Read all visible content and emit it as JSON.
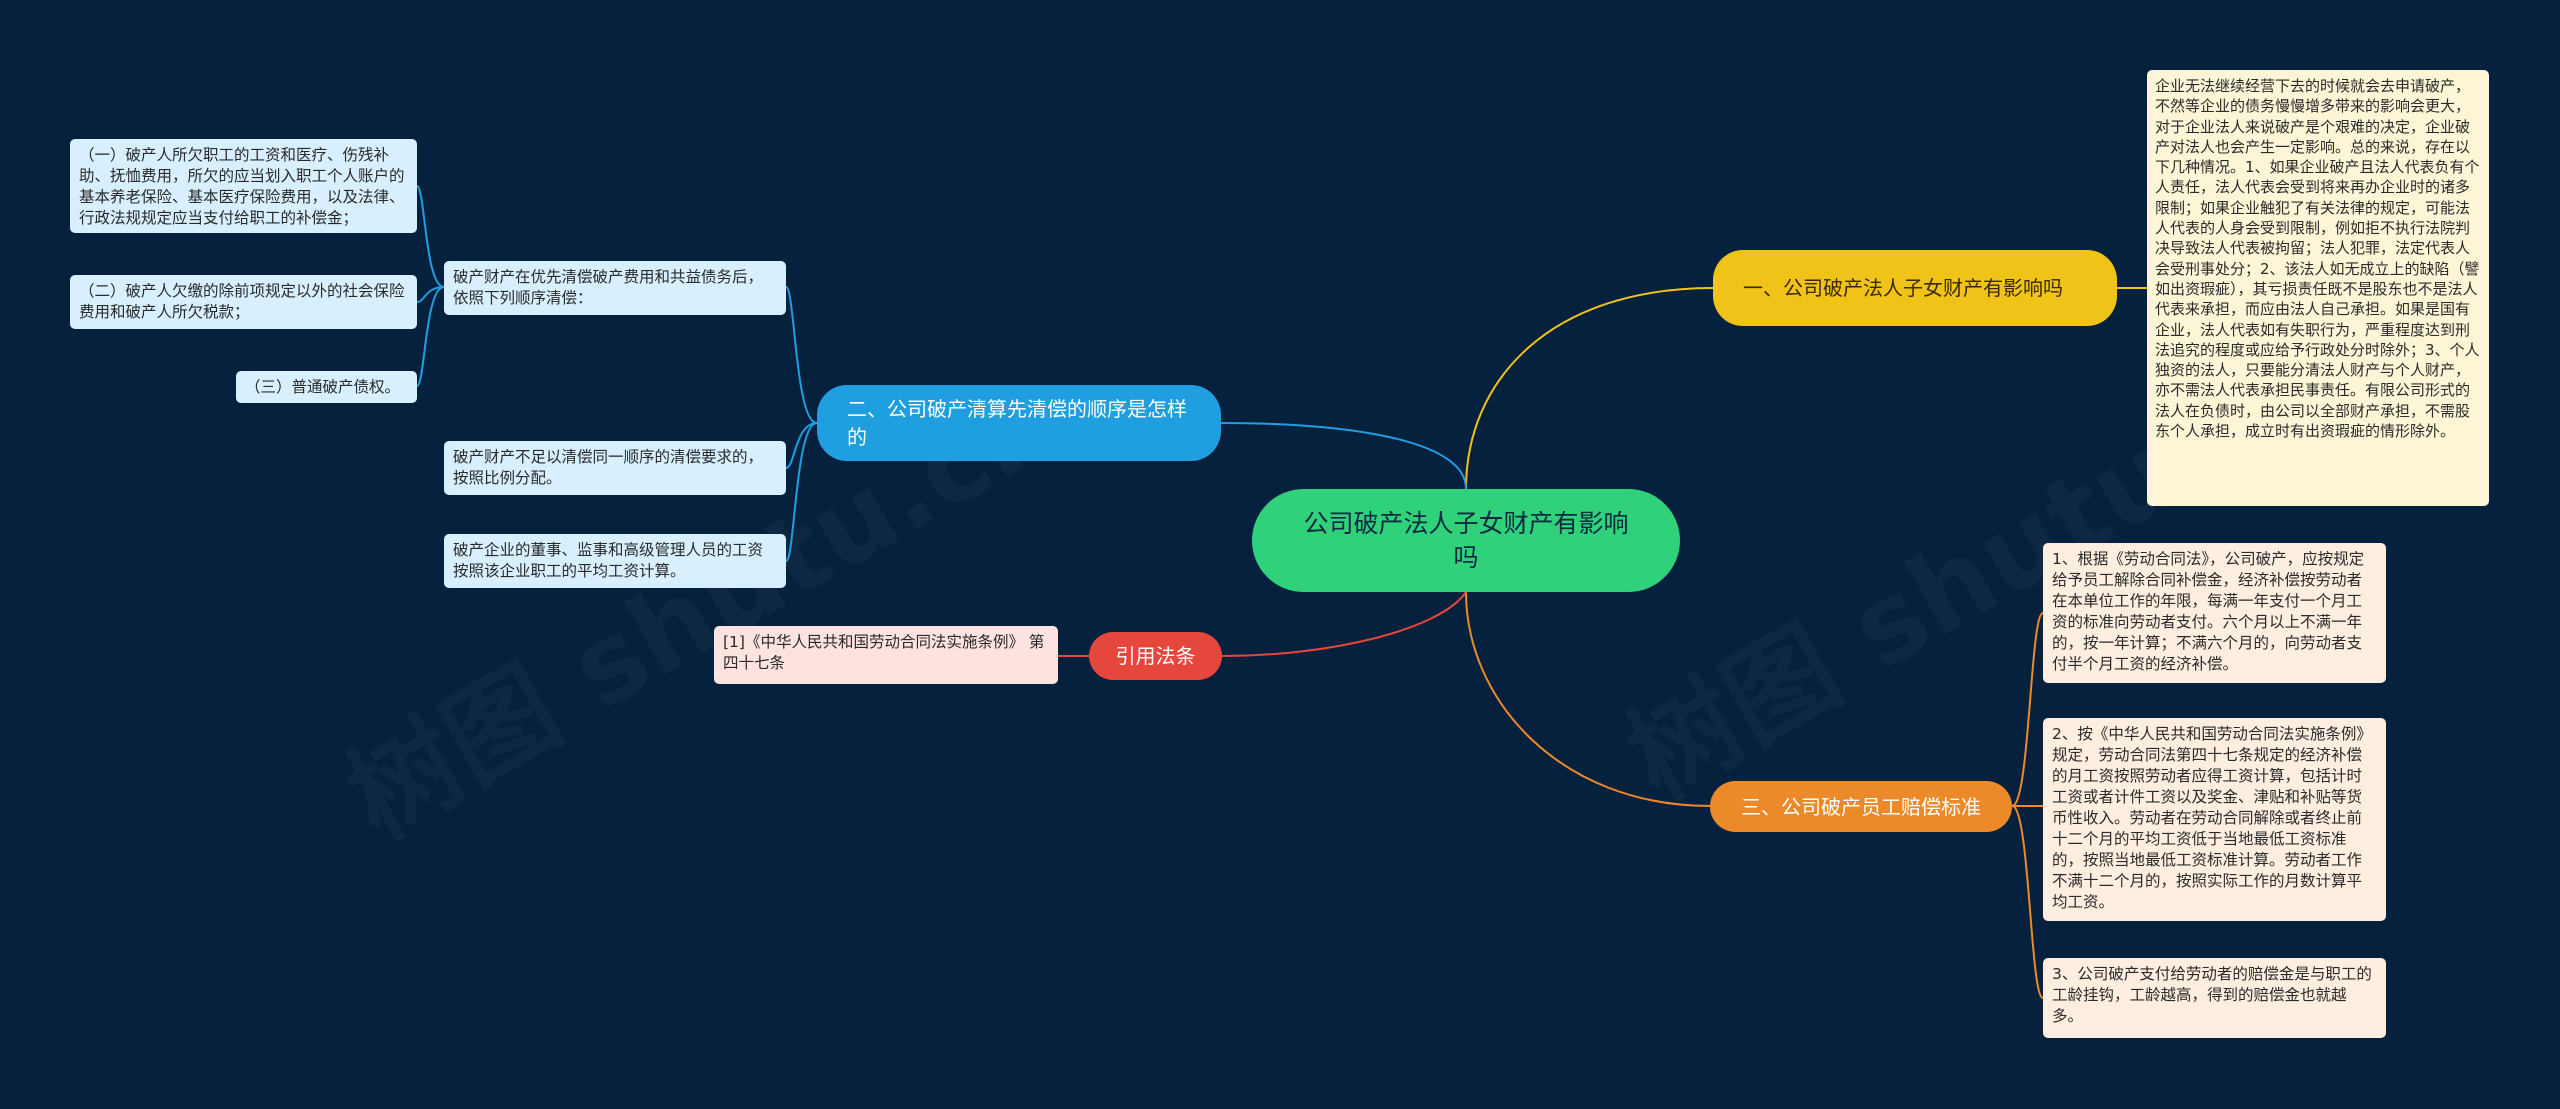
{
  "root": {
    "label": "公司破产法人子女财产有影响吗"
  },
  "watermarks": [
    "树图 shutu.cn",
    "树图 shutu.cn"
  ],
  "branches": {
    "b1": {
      "label": "一、公司破产法人子女财产有影响吗",
      "color": "#f0c318",
      "leaves": [
        "企业无法继续经营下去的时候就会去申请破产，不然等企业的债务慢慢增多带来的影响会更大，对于企业法人来说破产是个艰难的决定，企业破产对法人也会产生一定影响。总的来说，存在以下几种情况。1、如果企业破产且法人代表负有个人责任，法人代表会受到将来再办企业时的诸多限制；如果企业触犯了有关法律的规定，可能法人代表的人身会受到限制，例如拒不执行法院判决导致法人代表被拘留；法人犯罪，法定代表人会受刑事处分；2、该法人如无成立上的缺陷（譬如出资瑕疵），其亏损责任既不是股东也不是法人代表来承担，而应由法人自己承担。如果是国有企业，法人代表如有失职行为，严重程度达到刑法追究的程度或应给予行政处分时除外；3、个人独资的法人，只要能分清法人财产与个人财产，亦不需法人代表承担民事责任。有限公司形式的法人在负债时，由公司以全部财产承担，不需股东个人承担，成立时有出资瑕疵的情形除外。"
      ]
    },
    "b2": {
      "label": "二、公司破产清算先清偿的顺序是怎样的",
      "color": "#1f9ee0",
      "leaves": [
        "破产财产在优先清偿破产费用和共益债务后，依照下列顺序清偿：",
        "破产财产不足以清偿同一顺序的清偿要求的，按照比例分配。",
        "破产企业的董事、监事和高级管理人员的工资按照该企业职工的平均工资计算。"
      ],
      "sub_leaves": [
        "（一）破产人所欠职工的工资和医疗、伤残补助、抚恤费用，所欠的应当划入职工个人账户的基本养老保险、基本医疗保险费用，以及法律、行政法规规定应当支付给职工的补偿金；",
        "（二）破产人欠缴的除前项规定以外的社会保险费用和破产人所欠税款；",
        "（三）普通破产债权。"
      ]
    },
    "b3": {
      "label": "三、公司破产员工赔偿标准",
      "color": "#ec8a2a",
      "leaves": [
        "1、根据《劳动合同法》，公司破产，应按规定给予员工解除合同补偿金，经济补偿按劳动者在本单位工作的年限，每满一年支付一个月工资的标准向劳动者支付。六个月以上不满一年的，按一年计算；不满六个月的，向劳动者支付半个月工资的经济补偿。",
        "2、按《中华人民共和国劳动合同法实施条例》规定，劳动合同法第四十七条规定的经济补偿的月工资按照劳动者应得工资计算，包括计时工资或者计件工资以及奖金、津贴和补贴等货币性收入。劳动者在劳动合同解除或者终止前十二个月的平均工资低于当地最低工资标准的，按照当地最低工资标准计算。劳动者工作不满十二个月的，按照实际工作的月数计算平均工资。",
        "3、公司破产支付给劳动者的赔偿金是与职工的工龄挂钩，工龄越高，得到的赔偿金也就越多。"
      ]
    },
    "b4": {
      "label": "引用法条",
      "color": "#e6473d",
      "leaves": [
        "[1]《中华人民共和国劳动合同法实施条例》 第四十七条"
      ]
    }
  }
}
